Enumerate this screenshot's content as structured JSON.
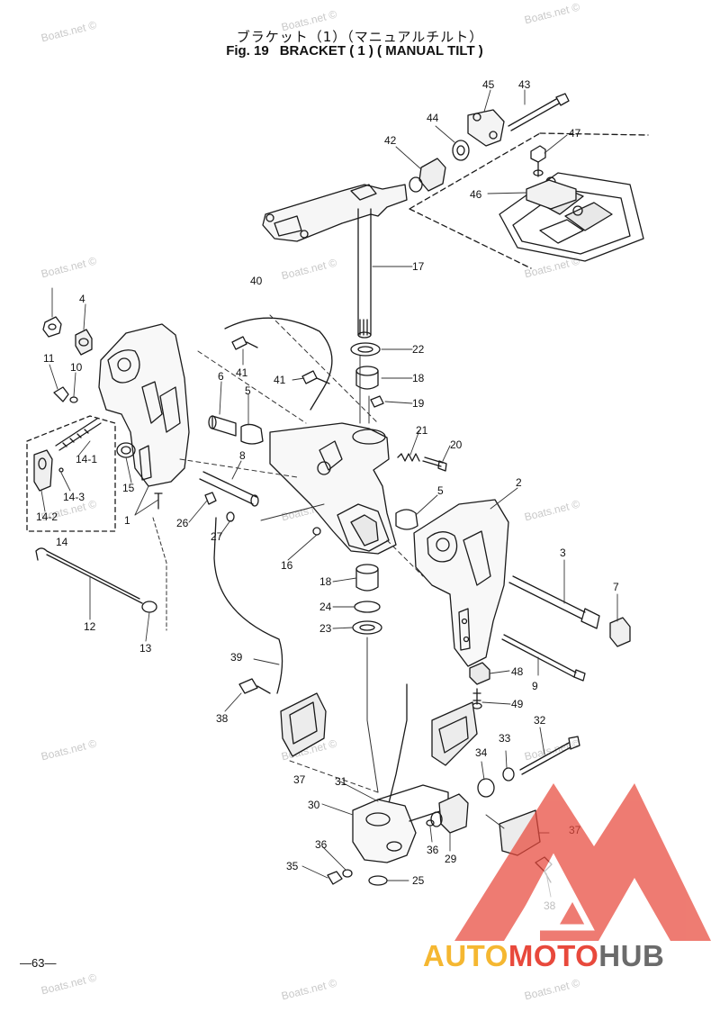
{
  "title": {
    "japanese": "ブラケット（1）（マニュアルチルト）",
    "fig": "Fig. 19",
    "english": "BRACKET ( 1 ) ( MANUAL TILT )"
  },
  "watermark": "Boats.net ©",
  "page_number": "—63—",
  "logo": {
    "part1": "AUTO",
    "part2": "MOTO",
    "part3": "HUB",
    "colors": [
      "#f5b731",
      "#e8493c",
      "#6b6b6b"
    ]
  },
  "callouts": [
    "45",
    "43",
    "44",
    "42",
    "47",
    "46",
    "17",
    "40",
    "22",
    "18",
    "19",
    "21",
    "20",
    "5",
    "4",
    "11",
    "10",
    "41",
    "41",
    "6",
    "5",
    "14-1",
    "14-3",
    "14-2",
    "14",
    "15",
    "1",
    "8",
    "26",
    "27",
    "16",
    "2",
    "3",
    "7",
    "12",
    "13",
    "18",
    "24",
    "23",
    "48",
    "9",
    "49",
    "39",
    "38",
    "32",
    "33",
    "34",
    "37",
    "31",
    "30",
    "36",
    "35",
    "29",
    "25",
    "36",
    "37",
    "38"
  ]
}
